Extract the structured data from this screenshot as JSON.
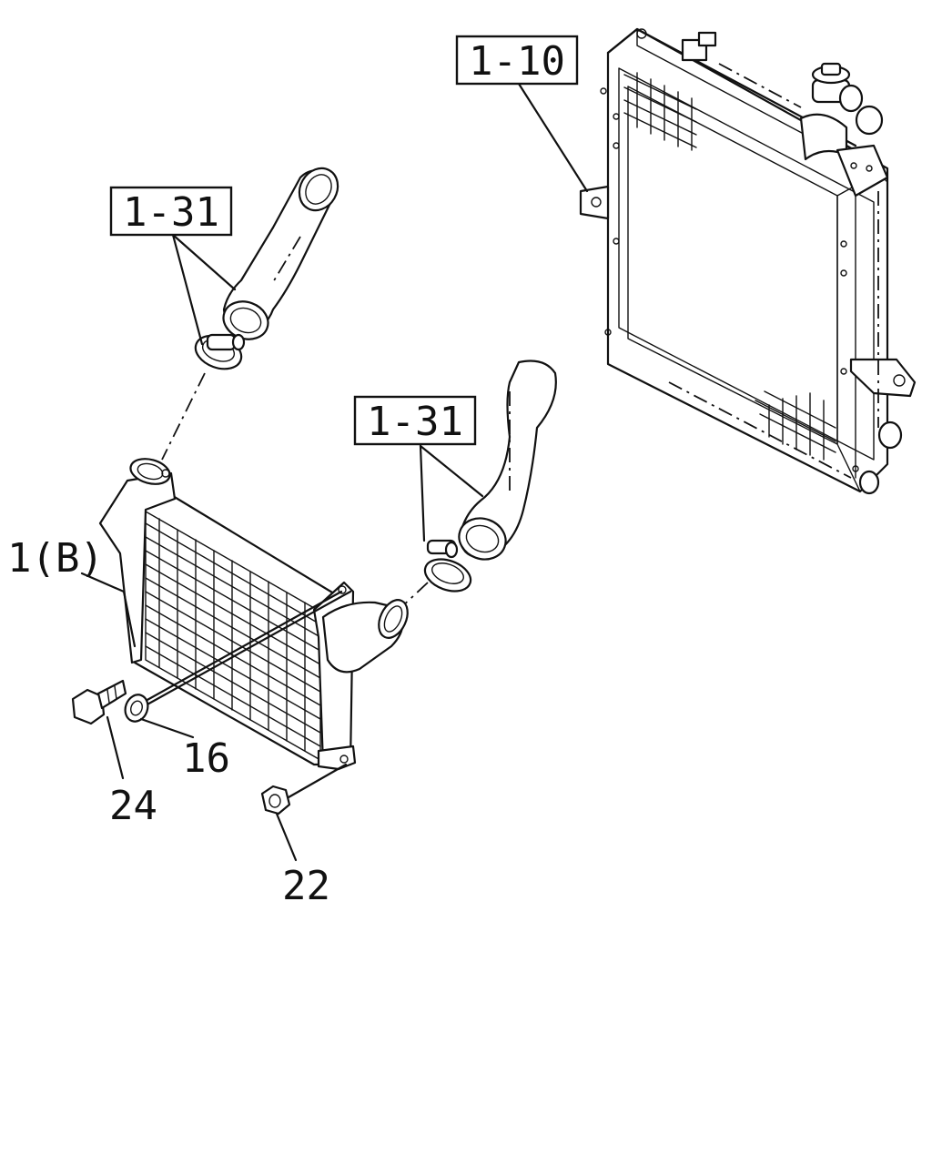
{
  "callouts": {
    "radiator_ref": "1-10",
    "hose_upper_ref": "1-31",
    "hose_lower_ref": "1-31",
    "intercooler": "1(B)",
    "washer": "16",
    "bolt": "24",
    "nut": "22"
  }
}
